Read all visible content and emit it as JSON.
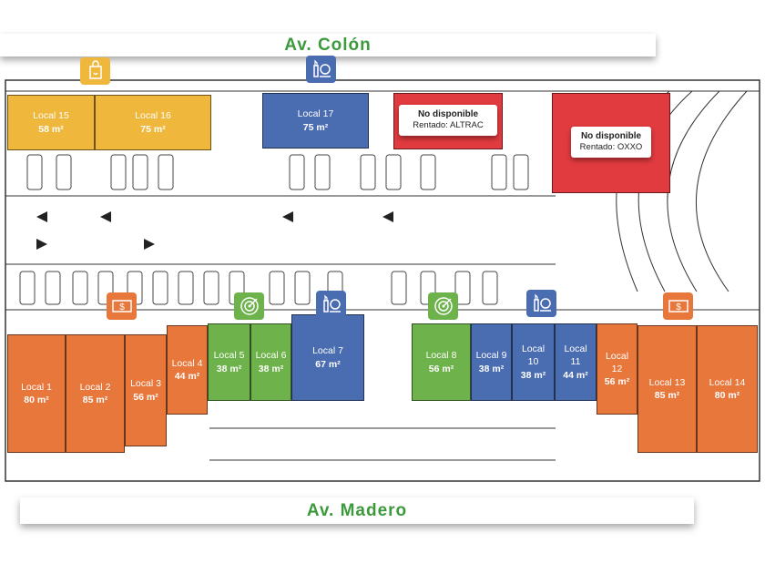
{
  "streets": {
    "north": "Av. Colón",
    "south": "Av. Madero"
  },
  "colors": {
    "orange": "#e8773c",
    "green": "#6db24b",
    "blue": "#4a6db2",
    "yellow": "#efb73b",
    "red": "#e23b3f",
    "street_text": "#3c9a3c"
  },
  "units": [
    {
      "name": "Local 15",
      "area": "58 m²",
      "color": "yellow"
    },
    {
      "name": "Local 16",
      "area": "75 m²",
      "color": "yellow"
    },
    {
      "name": "Local 17",
      "area": "75 m²",
      "color": "blue"
    },
    {
      "name": "Local 1",
      "area": "80 m²",
      "color": "orange"
    },
    {
      "name": "Local 2",
      "area": "85 m²",
      "color": "orange"
    },
    {
      "name": "Local 3",
      "area": "56 m²",
      "color": "orange"
    },
    {
      "name": "Local 4",
      "area": "44 m²",
      "color": "orange"
    },
    {
      "name": "Local 5",
      "area": "38 m²",
      "color": "green"
    },
    {
      "name": "Local 6",
      "area": "38 m²",
      "color": "green"
    },
    {
      "name": "Local 7",
      "area": "67 m²",
      "color": "blue"
    },
    {
      "name": "Local 8",
      "area": "56 m²",
      "color": "green"
    },
    {
      "name": "Local 9",
      "area": "38 m²",
      "color": "blue"
    },
    {
      "name": "Local 10",
      "area": "38 m²",
      "color": "blue"
    },
    {
      "name": "Local 11",
      "area": "44 m²",
      "color": "blue"
    },
    {
      "name": "Local 12",
      "area": "56 m²",
      "color": "orange"
    },
    {
      "name": "Local 13",
      "area": "85 m²",
      "color": "orange"
    },
    {
      "name": "Local 14",
      "area": "80 m²",
      "color": "orange"
    }
  ],
  "unavailable": [
    {
      "title": "No disponible",
      "tenant": "Rentado: ALTRAC"
    },
    {
      "title": "No disponible",
      "tenant": "Rentado: OXXO"
    }
  ],
  "category_icons": [
    {
      "icon": "shopping-bag-icon",
      "color": "yellow"
    },
    {
      "icon": "beauty-icon",
      "color": "blue"
    },
    {
      "icon": "money-icon",
      "color": "orange"
    },
    {
      "icon": "target-icon",
      "color": "green"
    },
    {
      "icon": "beauty-icon",
      "color": "blue"
    },
    {
      "icon": "target-icon",
      "color": "green"
    },
    {
      "icon": "beauty-icon",
      "color": "blue"
    },
    {
      "icon": "money-icon",
      "color": "orange"
    }
  ]
}
